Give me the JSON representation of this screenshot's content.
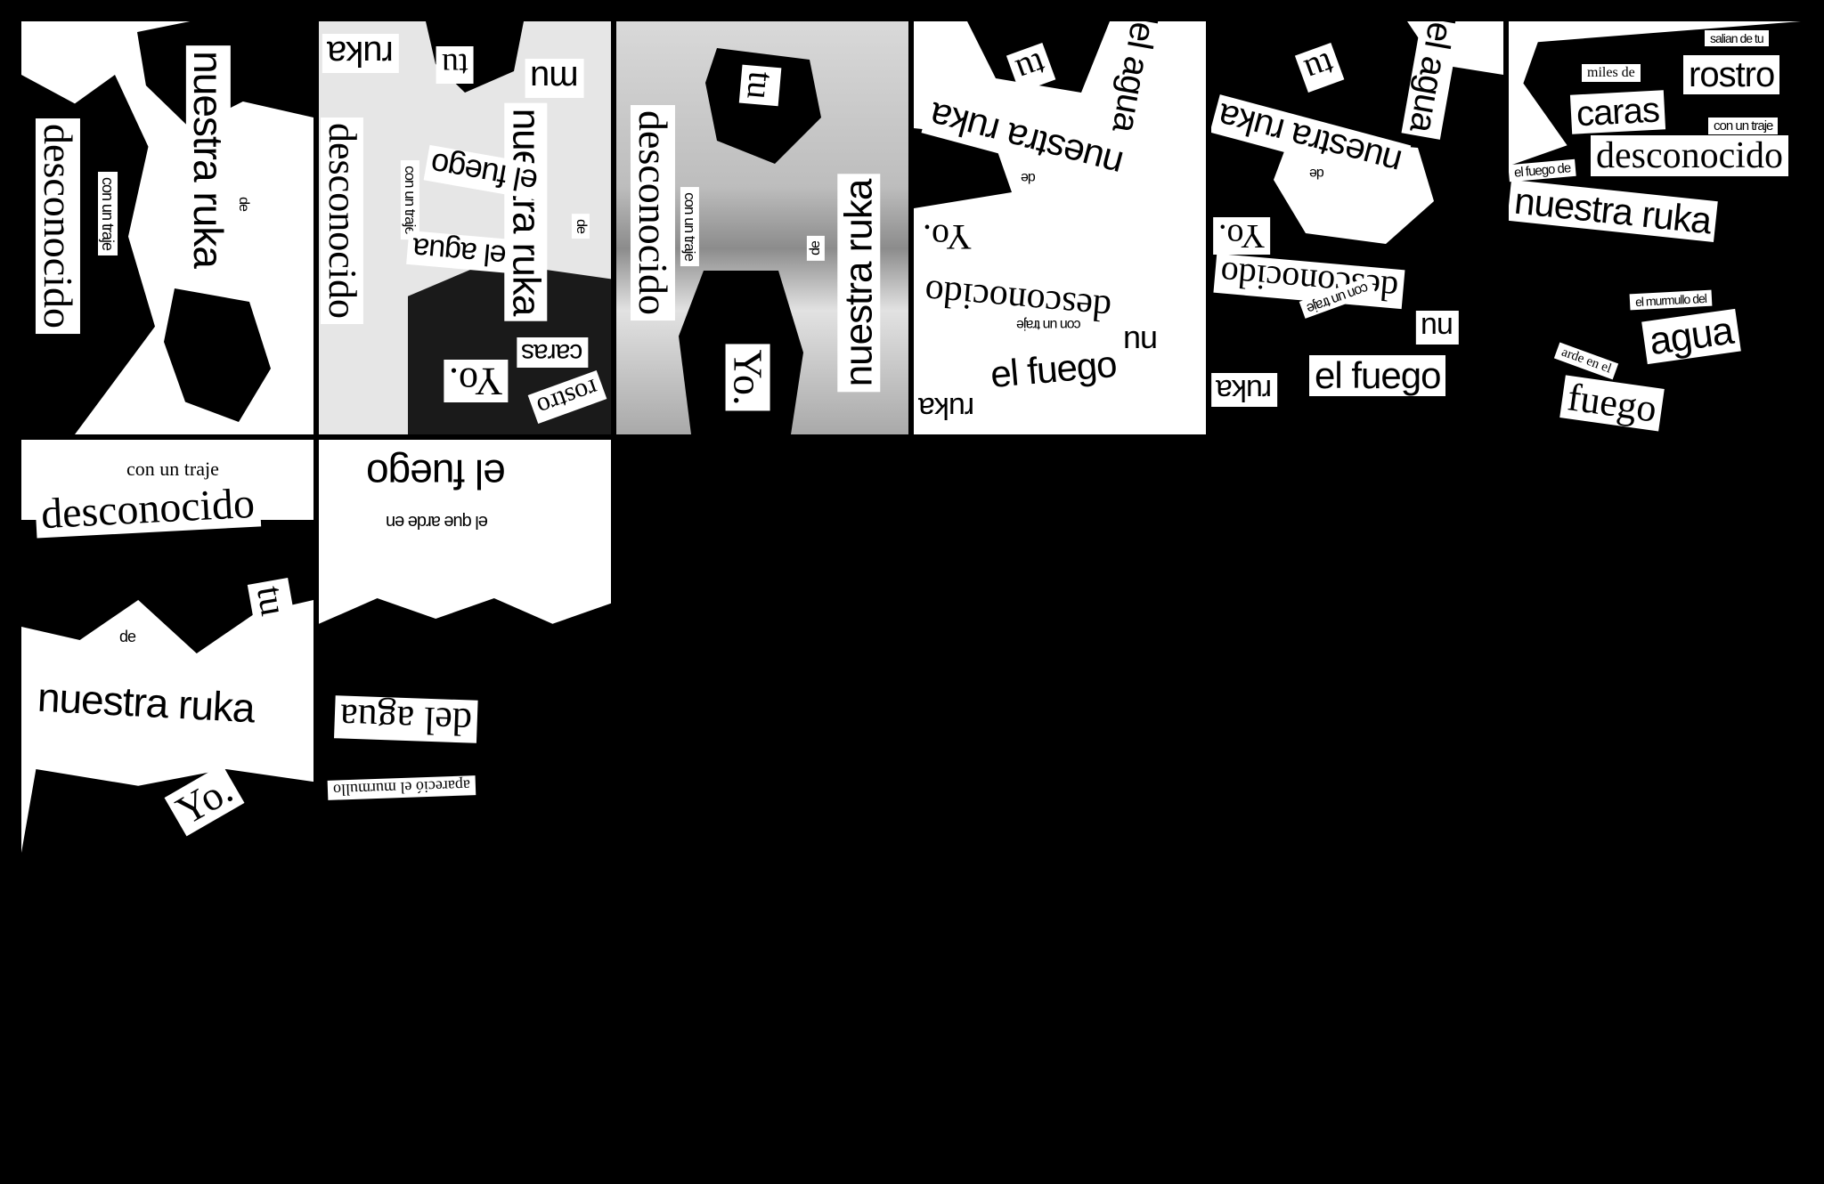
{
  "gallery": {
    "cards": [
      {
        "id": "c1",
        "scraps": [
          "nuestra ruka",
          "desconocido",
          "con un traje",
          "de"
        ]
      },
      {
        "id": "c2",
        "scraps": [
          "nuestra ruka",
          "desconocido",
          "con un traje",
          "de",
          "ruka",
          "tu",
          "mu",
          "el fuego",
          "el agua",
          "Yo.",
          "caras",
          "rostro"
        ]
      },
      {
        "id": "c3",
        "scraps": [
          "desconocido",
          "con un traje",
          "tu",
          "de",
          "nuestra ruka",
          "Yo."
        ]
      },
      {
        "id": "c4",
        "scraps": [
          "tu",
          "del agua",
          "nuestra ruka",
          "de",
          "Yo.",
          "desconocido",
          "con un traje",
          "nu",
          "el fuego",
          "ruka"
        ]
      },
      {
        "id": "c5",
        "scraps": [
          "tu",
          "del agua",
          "nuestra ruka",
          "de",
          "Yo.",
          "desconocido",
          "con un traje",
          "nu",
          "ruka",
          "el fuego"
        ]
      },
      {
        "id": "c6",
        "scraps": [
          "salian de tu",
          "miles de",
          "caras",
          "rostro",
          "con un traje",
          "el fuego de",
          "desconocido",
          "nuestra ruka",
          "el murmullo del",
          "agua",
          "arde en el",
          "fuego"
        ]
      },
      {
        "id": "c7",
        "scraps": [
          "con un traje",
          "desconocido",
          "tu",
          "de",
          "nuestra ruka",
          "Yo."
        ]
      },
      {
        "id": "c8",
        "scraps": [
          "el fuego",
          "el que arde en",
          "del agua",
          "apareció el murmullo"
        ]
      }
    ]
  }
}
